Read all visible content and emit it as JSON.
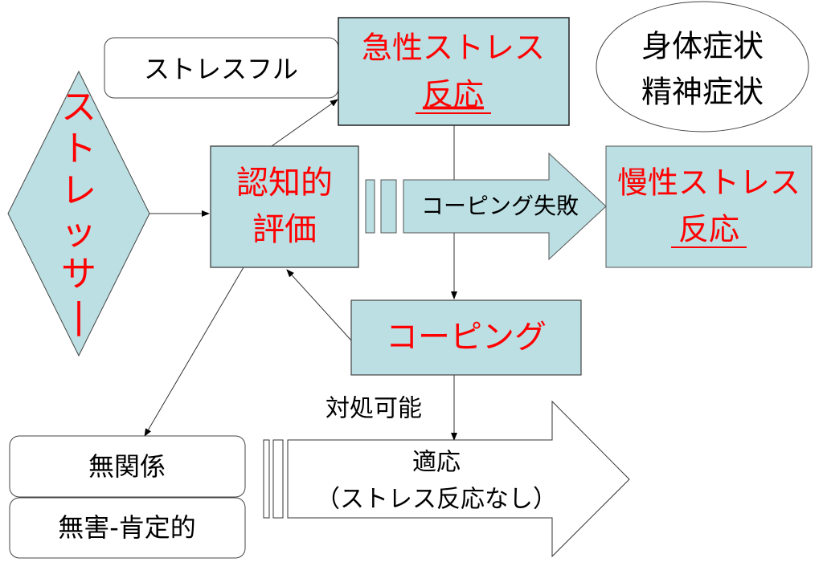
{
  "colors": {
    "box_fill": "#bbdfe3",
    "box_stroke": "#3b3b3b",
    "accent_text": "#ff0000",
    "plain_text": "#000000",
    "white_fill": "#ffffff"
  },
  "nodes": {
    "stressor": "ストレッサー",
    "stressful": "ストレスフル",
    "acute_line1": "急性ストレス",
    "acute_line2": "反応",
    "symptoms_line1": "身体症状",
    "symptoms_line2": "精神症状",
    "appraisal_line1": "認知的",
    "appraisal_line2": "評価",
    "coping_failure": "コーピング失敗",
    "chronic_line1": "慢性ストレス",
    "chronic_line2": "反応",
    "coping": "コーピング",
    "copable": "対処可能",
    "irrelevant": "無関係",
    "benign_positive": "無害-肯定的",
    "adaptation_line1": "適応",
    "adaptation_line2": "（ストレス反応なし）"
  }
}
